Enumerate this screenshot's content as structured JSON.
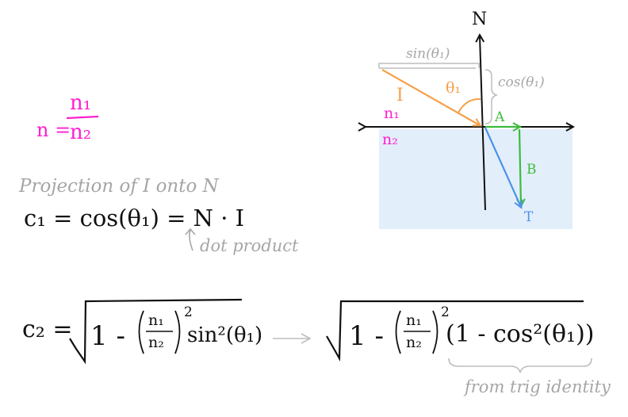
{
  "colors": {
    "pink": "#ff1fcf",
    "orange": "#f5a04a",
    "green": "#3dbb3d",
    "blue": "#4a93e8",
    "gray": "#a6a6a6",
    "water": "#e3eefb",
    "ink": "#111111"
  },
  "ratio": {
    "lhs": "n =",
    "num": "n₁",
    "den": "n₂"
  },
  "projection": {
    "heading": "Projection of I onto N",
    "equation": "c₁ = cos(θ₁) = N · I",
    "note": "dot product"
  },
  "diagram": {
    "normal_label": "N",
    "sin_label": "sin(θ₁)",
    "cos_label": "cos(θ₁)",
    "theta_label": "θ₁",
    "incident_label": "I",
    "n1_label": "n₁",
    "n2_label": "n₂",
    "a_label": "A",
    "b_label": "B",
    "t_label": "T"
  },
  "formula": {
    "c2_label": "c₂ =",
    "one_minus": "1 -",
    "frac_num": "n₁",
    "frac_den": "n₂",
    "exp": "2",
    "sin_term": "sin²(θ₁)",
    "one_minus_2": "1 -",
    "frac_num_2": "n₁",
    "frac_den_2": "n₂",
    "exp_2": "2",
    "cos_term": "(1 - cos²(θ₁))",
    "note": "from trig identity"
  }
}
